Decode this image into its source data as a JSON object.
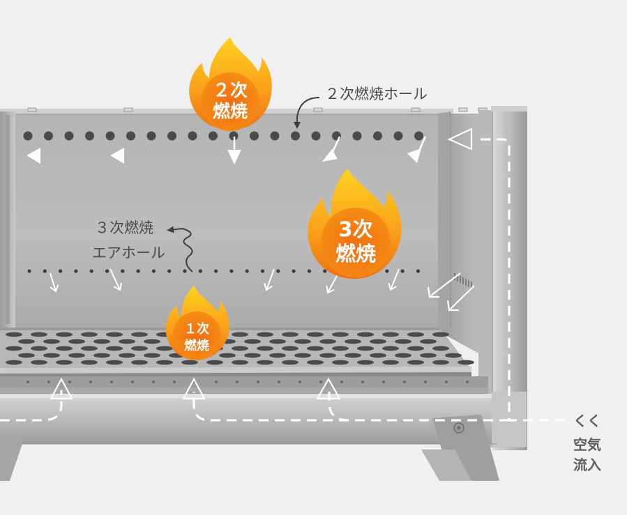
{
  "annotations": {
    "secondary_hole": "２次燃焼ホール",
    "tertiary_air_line1": "３次燃焼",
    "tertiary_air_line2": "エアホール",
    "air_inflow_marks": "くく",
    "air_inflow_line1": "空気",
    "air_inflow_line2": "流入"
  },
  "flames": {
    "secondary": {
      "line1": "２次",
      "line2": "燃焼"
    },
    "tertiary": {
      "line1": "3次",
      "line2": "燃焼"
    },
    "primary": {
      "line1": "１次",
      "line2": "燃焼"
    }
  },
  "colors": {
    "background": "#f0f0f0",
    "flame_outer": "#ffc21a",
    "flame_inner": "#f37c10",
    "steel": "#b8b8b8",
    "airflow": "#ffffff"
  }
}
